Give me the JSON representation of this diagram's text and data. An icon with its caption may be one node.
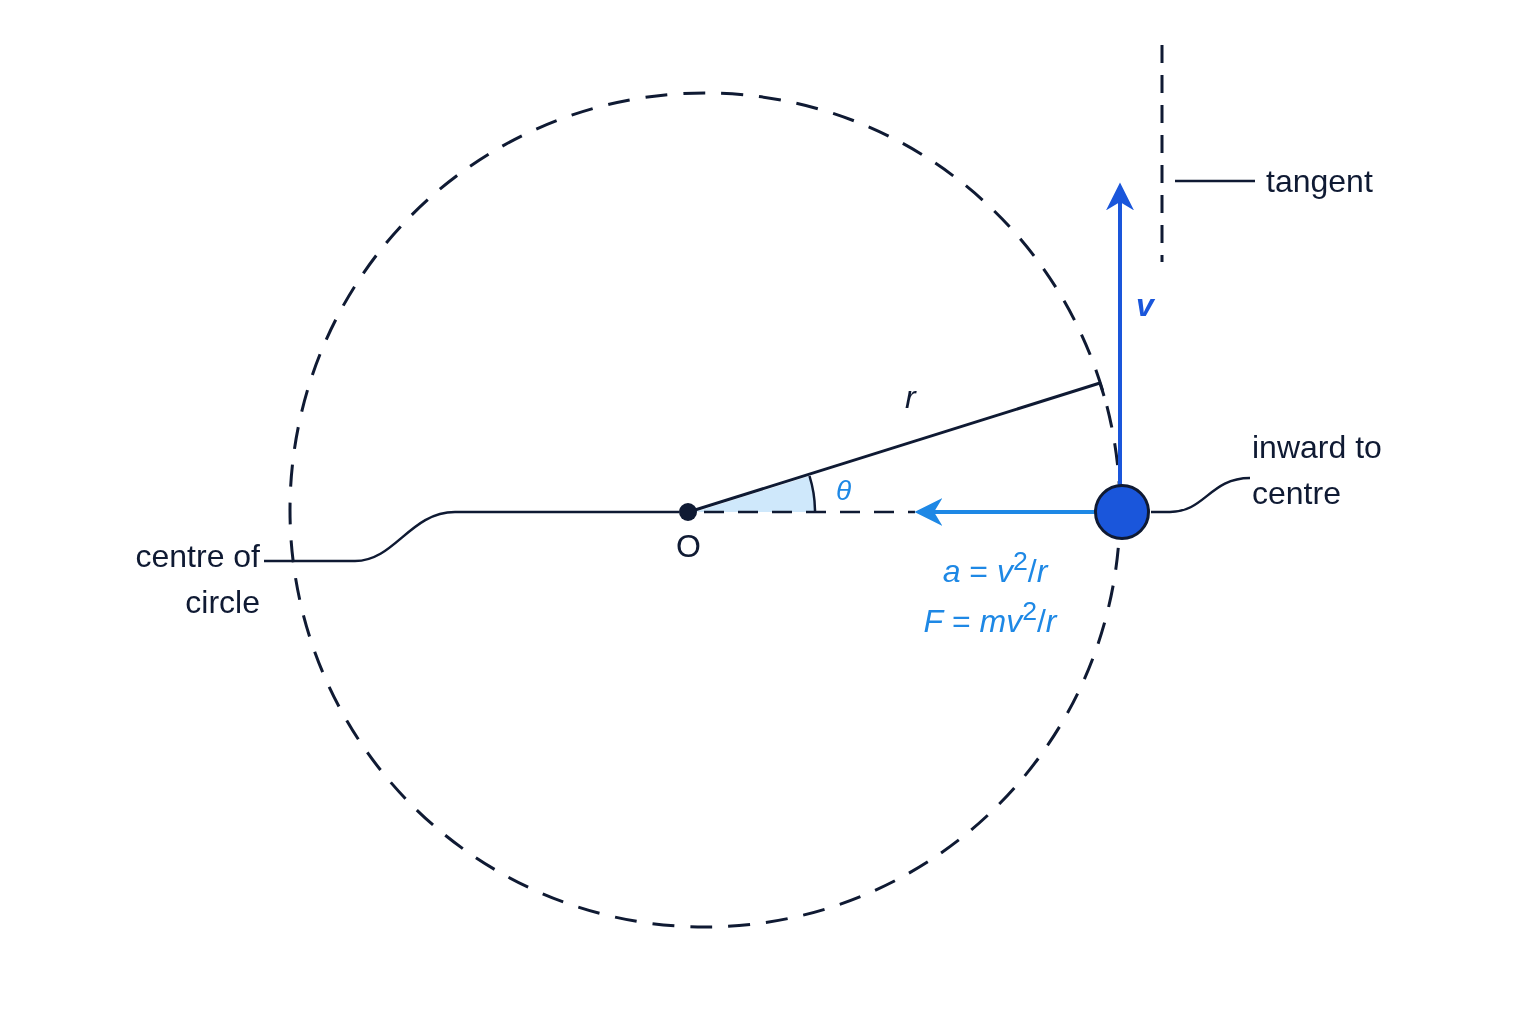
{
  "diagram": {
    "nodes": [
      {
        "text": [
          "centre of circle"
        ]
      },
      {
        "text": [],
        "shape": "circle",
        "beside": [
          "O"
        ]
      },
      {
        "text": [],
        "shape": "circle"
      },
      {
        "text": [
          "inward to centre"
        ]
      },
      {
        "text": [
          "tangent"
        ]
      }
    ],
    "edges": [
      {
        "from": 0,
        "to": 1,
        "arrow": "none"
      },
      {
        "from": 3,
        "to": 2,
        "arrow": "none"
      },
      {
        "from": 4,
        "to": null,
        "arrow": "none"
      }
    ],
    "labels": [
      "r",
      "θ",
      "v",
      "*a* = *v*$^{2}$/*r*",
      "*F* = *mv*$^{2}$/*r*"
    ]
  }
}
